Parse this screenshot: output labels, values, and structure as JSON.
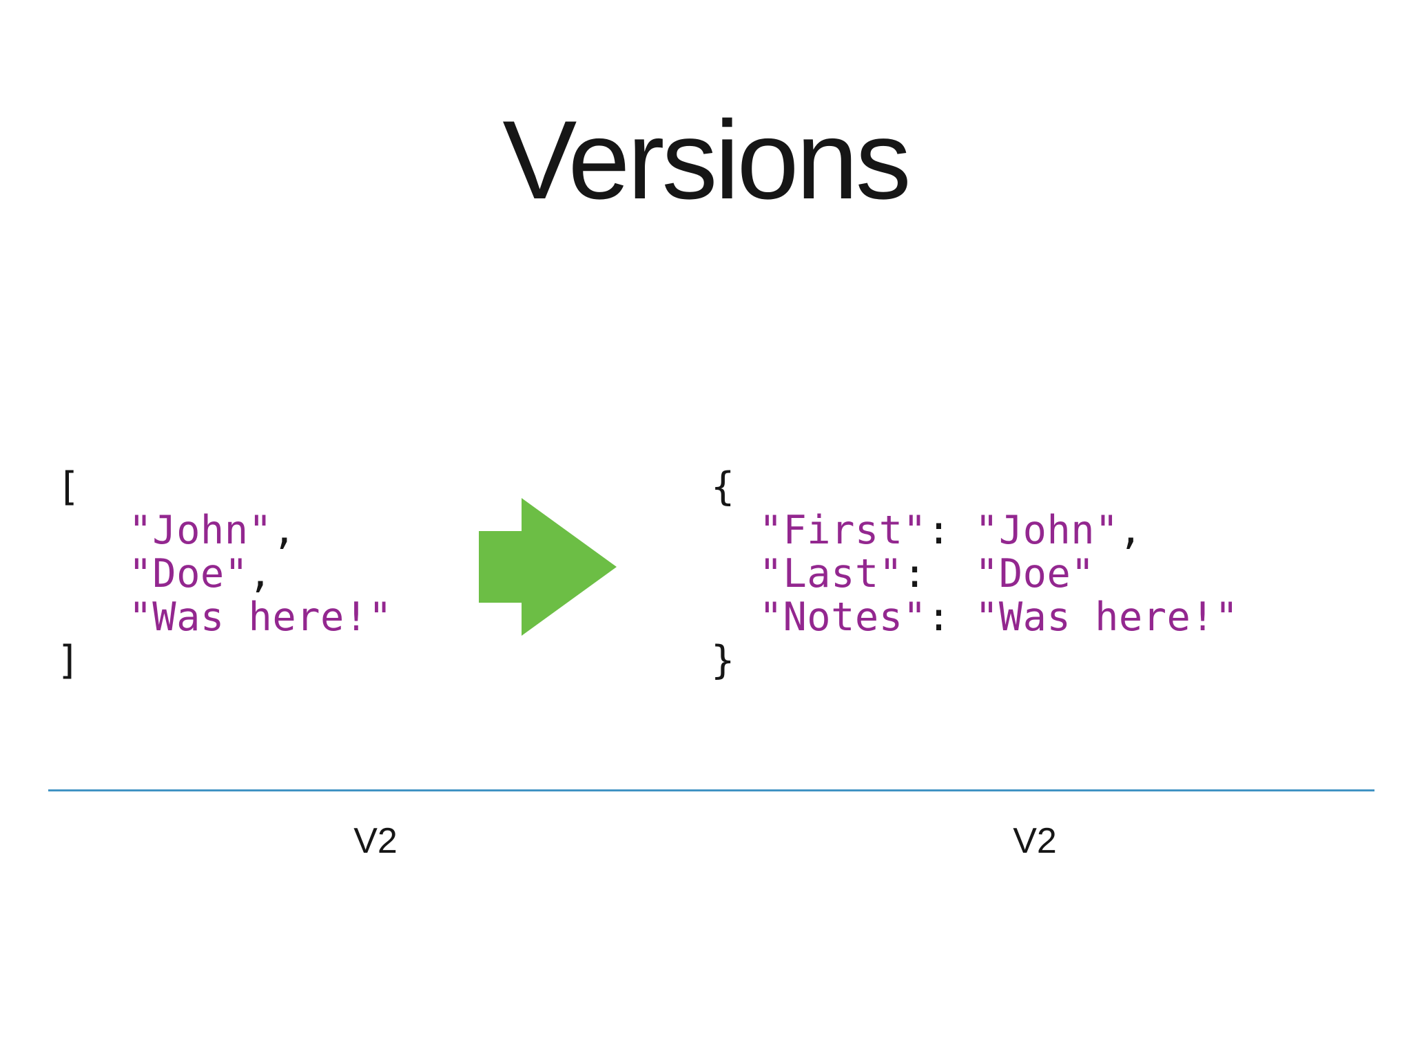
{
  "slide": {
    "title": "Versions",
    "left_label": "V2",
    "right_label": "V2"
  },
  "colors": {
    "string_purple": "#93278f",
    "text_black": "#161616",
    "arrow_green": "#6cbe45",
    "divider_blue": "#4193c4"
  },
  "icons": {
    "arrow": "right-block-arrow"
  },
  "code_left": {
    "lines": [
      [
        {
          "t": "[",
          "c": "p"
        }
      ],
      [
        {
          "t": "   ",
          "c": "p"
        },
        {
          "t": "\"John\"",
          "c": "s"
        },
        {
          "t": ",",
          "c": "p"
        }
      ],
      [
        {
          "t": "   ",
          "c": "p"
        },
        {
          "t": "\"Doe\"",
          "c": "s"
        },
        {
          "t": ",",
          "c": "p"
        }
      ],
      [
        {
          "t": "   ",
          "c": "p"
        },
        {
          "t": "\"Was here!\"",
          "c": "s"
        }
      ],
      [
        {
          "t": "]",
          "c": "p"
        }
      ]
    ]
  },
  "code_right": {
    "lines": [
      [
        {
          "t": "{",
          "c": "p"
        }
      ],
      [
        {
          "t": "  ",
          "c": "p"
        },
        {
          "t": "\"First\"",
          "c": "s"
        },
        {
          "t": ": ",
          "c": "p"
        },
        {
          "t": "\"John\"",
          "c": "s"
        },
        {
          "t": ",",
          "c": "p"
        }
      ],
      [
        {
          "t": "  ",
          "c": "p"
        },
        {
          "t": "\"Last\"",
          "c": "s"
        },
        {
          "t": ":  ",
          "c": "p"
        },
        {
          "t": "\"Doe\"",
          "c": "s"
        }
      ],
      [
        {
          "t": "  ",
          "c": "p"
        },
        {
          "t": "\"Notes\"",
          "c": "s"
        },
        {
          "t": ": ",
          "c": "p"
        },
        {
          "t": "\"Was here!\"",
          "c": "s"
        }
      ],
      [
        {
          "t": "}",
          "c": "p"
        }
      ]
    ]
  }
}
